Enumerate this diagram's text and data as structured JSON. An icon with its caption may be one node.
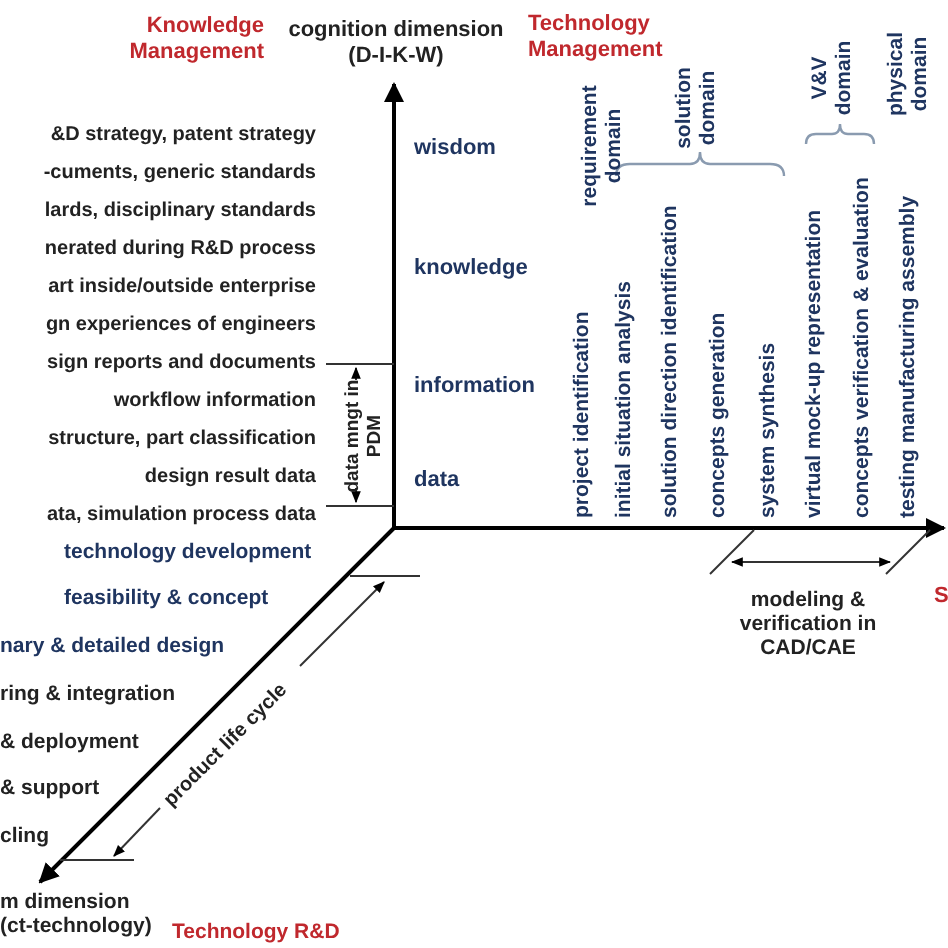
{
  "diagram": {
    "labels": [
      "Knowledge Management",
      "cognition dimension (D-I-K-W)",
      "Technology Management",
      "requirement domain",
      "solution domain",
      "V&V domain",
      "physical domain",
      "wisdom",
      "knowledge",
      "information",
      "data",
      "&D strategy, patent strategy",
      "-cuments, generic standards",
      "lards, disciplinary standards",
      "nerated during R&D process",
      "art inside/outside enterprise",
      "gn experiences of engineers",
      "sign reports and documents",
      "workflow information",
      "structure, part classification",
      "design result data",
      "ata, simulation process data",
      "data mngt in PDM",
      "project identification",
      "initial situation analysis",
      "solution direction identification",
      "concepts generation",
      "system synthesis",
      "virtual mock-up representation",
      "concepts verification & evaluation",
      "testing manufacturing assembly",
      "technology development",
      "feasibility & concept",
      "nary & detailed design",
      "ring & integration",
      "& deployment",
      "& support",
      "cling",
      "modeling & verification in CAD/CAE",
      "S",
      "product life cycle",
      "m dimension (ct-technology)",
      "Technology R&D"
    ]
  }
}
